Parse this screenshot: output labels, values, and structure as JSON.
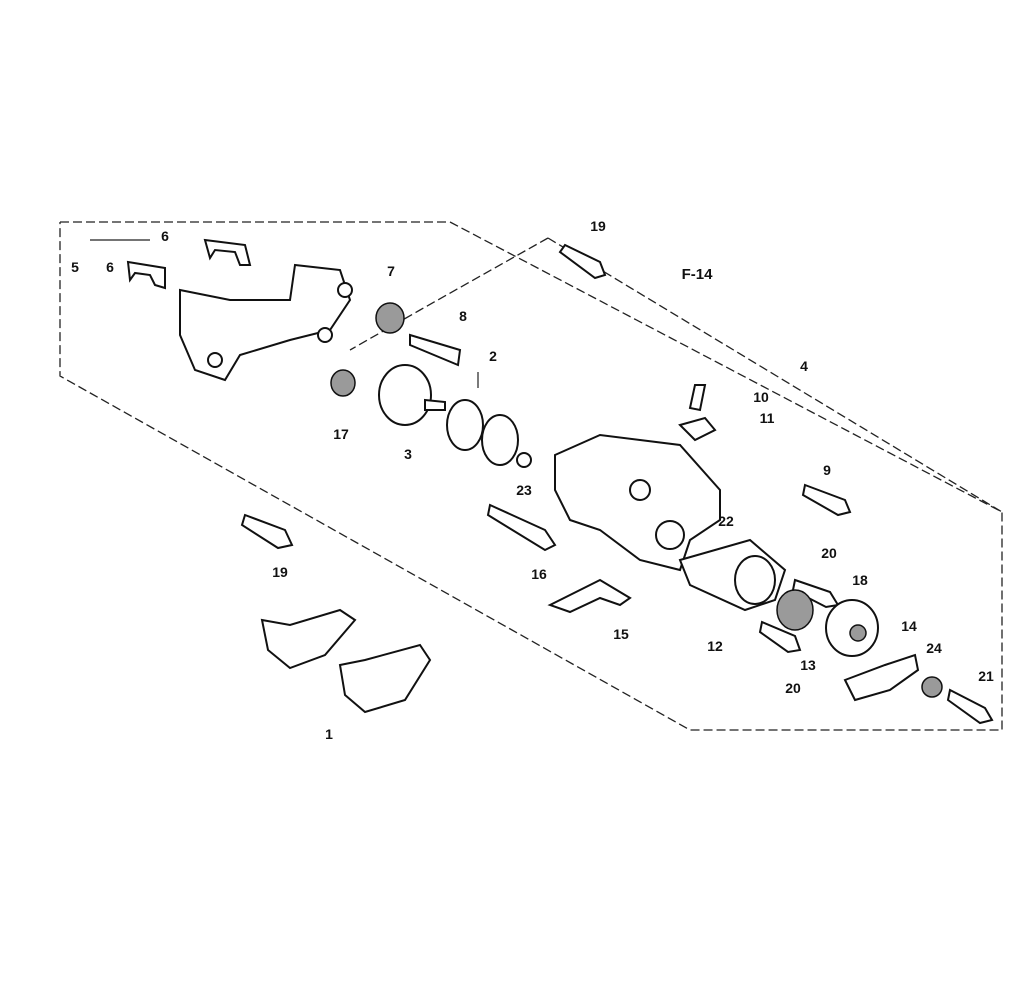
{
  "diagram": {
    "reference_label": "F-14",
    "callouts": [
      "6",
      "5",
      "6",
      "7",
      "8",
      "2",
      "17",
      "3",
      "23",
      "19",
      "4",
      "10",
      "11",
      "9",
      "22",
      "19",
      "16",
      "15",
      "12",
      "20",
      "18",
      "14",
      "24",
      "21",
      "13",
      "20",
      "1"
    ]
  }
}
